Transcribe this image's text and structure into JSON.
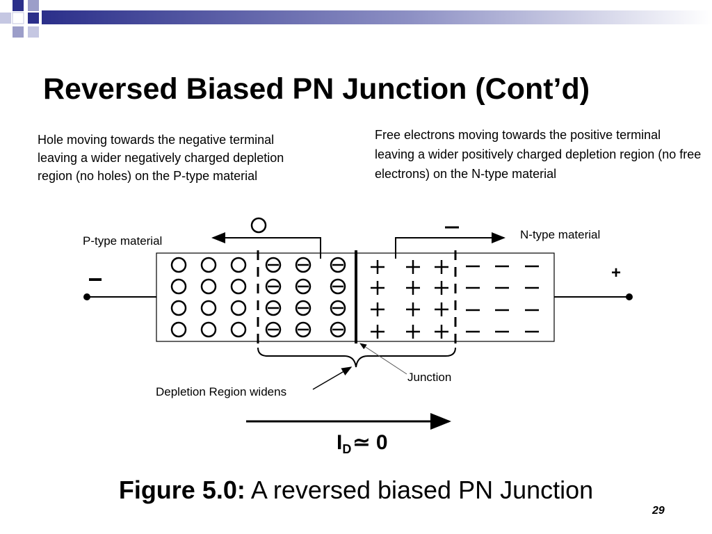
{
  "slide": {
    "title": "Reversed Biased PN Junction (Cont’d)",
    "note_left": "Hole moving towards the negative terminal leaving a wider negatively charged depletion region (no holes) on the P-type material",
    "note_right": "Free electrons moving towards the positive terminal leaving a wider positively charged depletion region (no free electrons) on the N-type material",
    "page_number": "29"
  },
  "diagram": {
    "p_label": "P-type material",
    "n_label": "N-type material",
    "left_terminal": "−",
    "right_terminal": "+",
    "hole_symbol": "○",
    "electron_symbol": "−",
    "junction_label": "Junction",
    "depletion_label": "Depletion Region widens",
    "current_label_main": "I",
    "current_label_sub": "D",
    "current_label_rest": "≃ 0"
  },
  "caption": {
    "prefix": "Figure 5.0:",
    "text": " A reversed biased PN Junction"
  },
  "colors": {
    "header_dark": "#2b2f8a",
    "header_light": "#ffffff",
    "ink": "#000000"
  }
}
